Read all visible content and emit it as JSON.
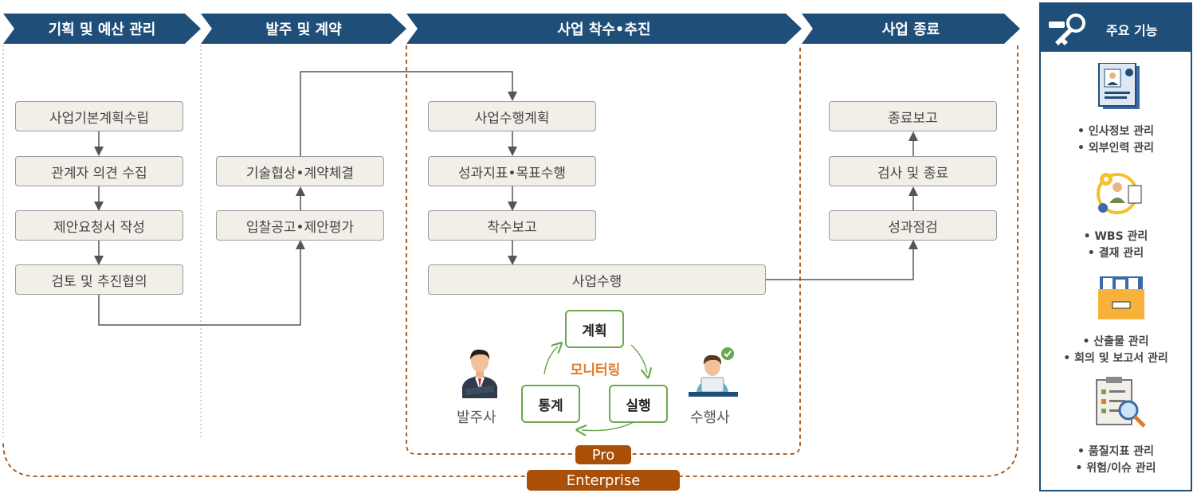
{
  "phases": [
    {
      "label": "기획 및 예산 관리"
    },
    {
      "label": "발주 및 계약"
    },
    {
      "label": "사업 착수•추진"
    },
    {
      "label": "사업 종료"
    }
  ],
  "planning_steps": [
    "사업기본계획수립",
    "관계자 의견 수집",
    "제안요청서 작성",
    "검토 및 추진협의"
  ],
  "contract_steps": [
    "기술협상•계약체결",
    "입찰공고•제안평가"
  ],
  "execution_steps": [
    "사업수행계획",
    "성과지표•목표수행",
    "착수보고",
    "사업수행"
  ],
  "closing_steps": [
    "종료보고",
    "검사 및 종료",
    "성과점검"
  ],
  "cycle": {
    "center": "모니터링",
    "plan": "계획",
    "execute": "실행",
    "stats": "통계"
  },
  "roles": {
    "client": "발주사",
    "vendor": "수행사"
  },
  "tiers": {
    "pro": "Pro",
    "enterprise": "Enterprise"
  },
  "features": {
    "title": "주요 기능",
    "groups": [
      {
        "icon": "id-card-icon",
        "items": [
          "인사정보 관리",
          "외부인력 관리"
        ]
      },
      {
        "icon": "gear-person-icon",
        "items": [
          "WBS 관리",
          "결재 관리"
        ]
      },
      {
        "icon": "folder-icon",
        "items": [
          "산출물 관리",
          "회의 및 보고서 관리"
        ]
      },
      {
        "icon": "checklist-icon",
        "items": [
          "품질지표 관리",
          "위험/이슈 관리"
        ]
      }
    ]
  },
  "colors": {
    "navy": "#1f4e79",
    "brown": "#a94f08",
    "green": "#6aa84f",
    "orange": "#e07b2a"
  }
}
